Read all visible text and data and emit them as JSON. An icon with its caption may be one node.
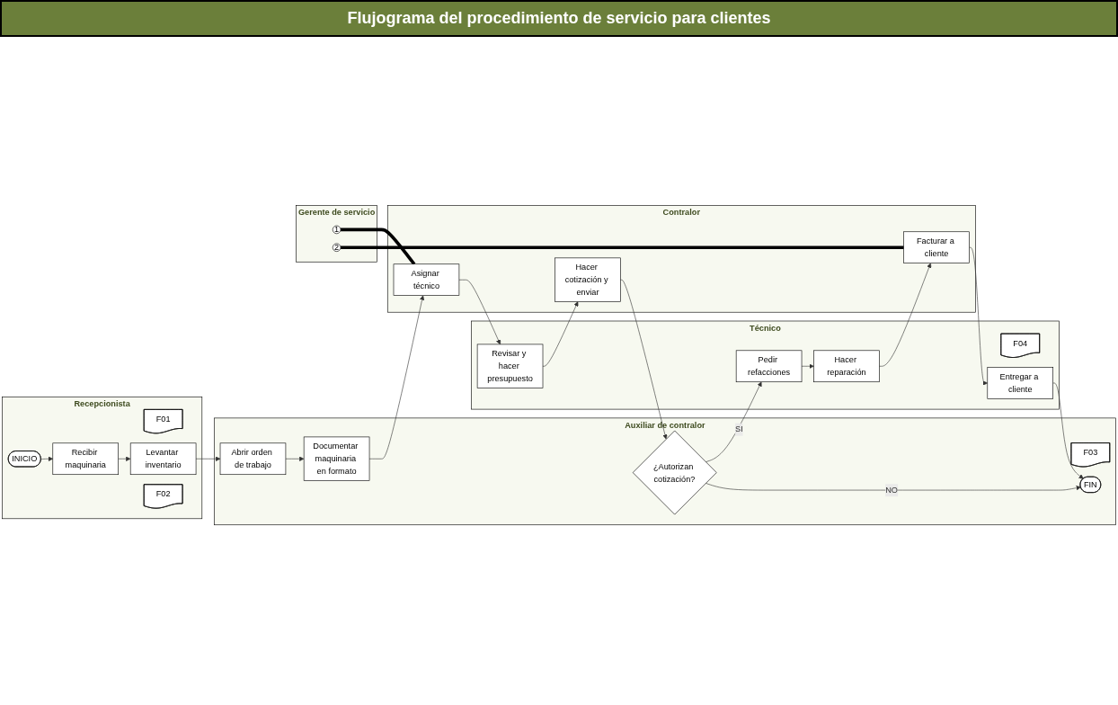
{
  "diagram": {
    "title": "Flujograma del procedimiento de  servicio para clientes",
    "nodes": [
      {
        "text": [
          "Recepcionista"
        ]
      },
      {
        "text": [
          "INICIO"
        ],
        "in": 0
      },
      {
        "text": [
          "Recibir maquinaria"
        ],
        "in": 0
      },
      {
        "text": [
          "F01"
        ],
        "in": 0
      },
      {
        "text": [
          "Levantar inventario"
        ],
        "in": 0
      },
      {
        "text": [
          "F02"
        ],
        "in": 0
      },
      {
        "text": [
          "Auxiliar de contralor"
        ]
      },
      {
        "text": [
          "Abrir orden de trabajo"
        ],
        "in": 6
      },
      {
        "text": [
          "F03"
        ],
        "in": 6
      },
      {
        "text": [
          "Documentar maquinaria en formato"
        ],
        "in": 6
      },
      {
        "text": [
          "¿Autorizan cotización?"
        ],
        "in": 6
      },
      {
        "text": [
          "FIN"
        ],
        "in": 6
      },
      {
        "text": [
          "Técnico"
        ]
      },
      {
        "text": [
          "Revisar y hacer presupuesto"
        ],
        "in": 12
      },
      {
        "text": [
          "F04"
        ],
        "in": 12
      },
      {
        "text": [
          "Hacer reparación"
        ],
        "in": 12
      },
      {
        "text": [
          "Pedir refacciones"
        ],
        "in": 12
      },
      {
        "text": [
          "Entregar a cliente"
        ],
        "in": 12
      },
      {
        "text": [
          "Contralor"
        ]
      },
      {
        "text": [
          "Asignar técnico"
        ],
        "in": 18
      },
      {
        "text": [
          "Hacer cotización y enviar"
        ],
        "in": 18
      },
      {
        "text": [
          "Facturar a cliente"
        ],
        "in": 18
      },
      {
        "text": [
          "Gerente de servicio"
        ]
      },
      {
        "text": [
          "1"
        ],
        "in": 22
      },
      {
        "text": [
          "2"
        ],
        "in": 22
      }
    ],
    "edges": [
      {
        "from": 1,
        "to": 2,
        "arrow": "to"
      },
      {
        "from": 2,
        "to": 4,
        "arrow": "to"
      },
      {
        "from": 4,
        "to": 7,
        "arrow": "to"
      },
      {
        "from": 7,
        "to": 9,
        "arrow": "to"
      },
      {
        "from": 9,
        "to": 19,
        "arrow": "to"
      },
      {
        "from": 19,
        "to": 13,
        "arrow": "to"
      },
      {
        "from": 13,
        "to": 20,
        "arrow": "to"
      },
      {
        "from": 20,
        "to": 10,
        "arrow": "to"
      },
      {
        "from": 10,
        "to": 11,
        "arrow": "to",
        "label": "NO"
      },
      {
        "from": 10,
        "to": 16,
        "arrow": "to",
        "label": "SI"
      },
      {
        "from": 16,
        "to": 15,
        "arrow": "to"
      },
      {
        "from": 15,
        "to": 21,
        "arrow": "to"
      },
      {
        "from": 21,
        "to": 17,
        "arrow": "to"
      },
      {
        "from": 17,
        "to": 11,
        "arrow": "to"
      },
      {
        "from": 23,
        "to": 19,
        "arrow": "none",
        "style": "thick"
      },
      {
        "from": 24,
        "to": 21,
        "arrow": "none",
        "style": "thick"
      }
    ]
  }
}
